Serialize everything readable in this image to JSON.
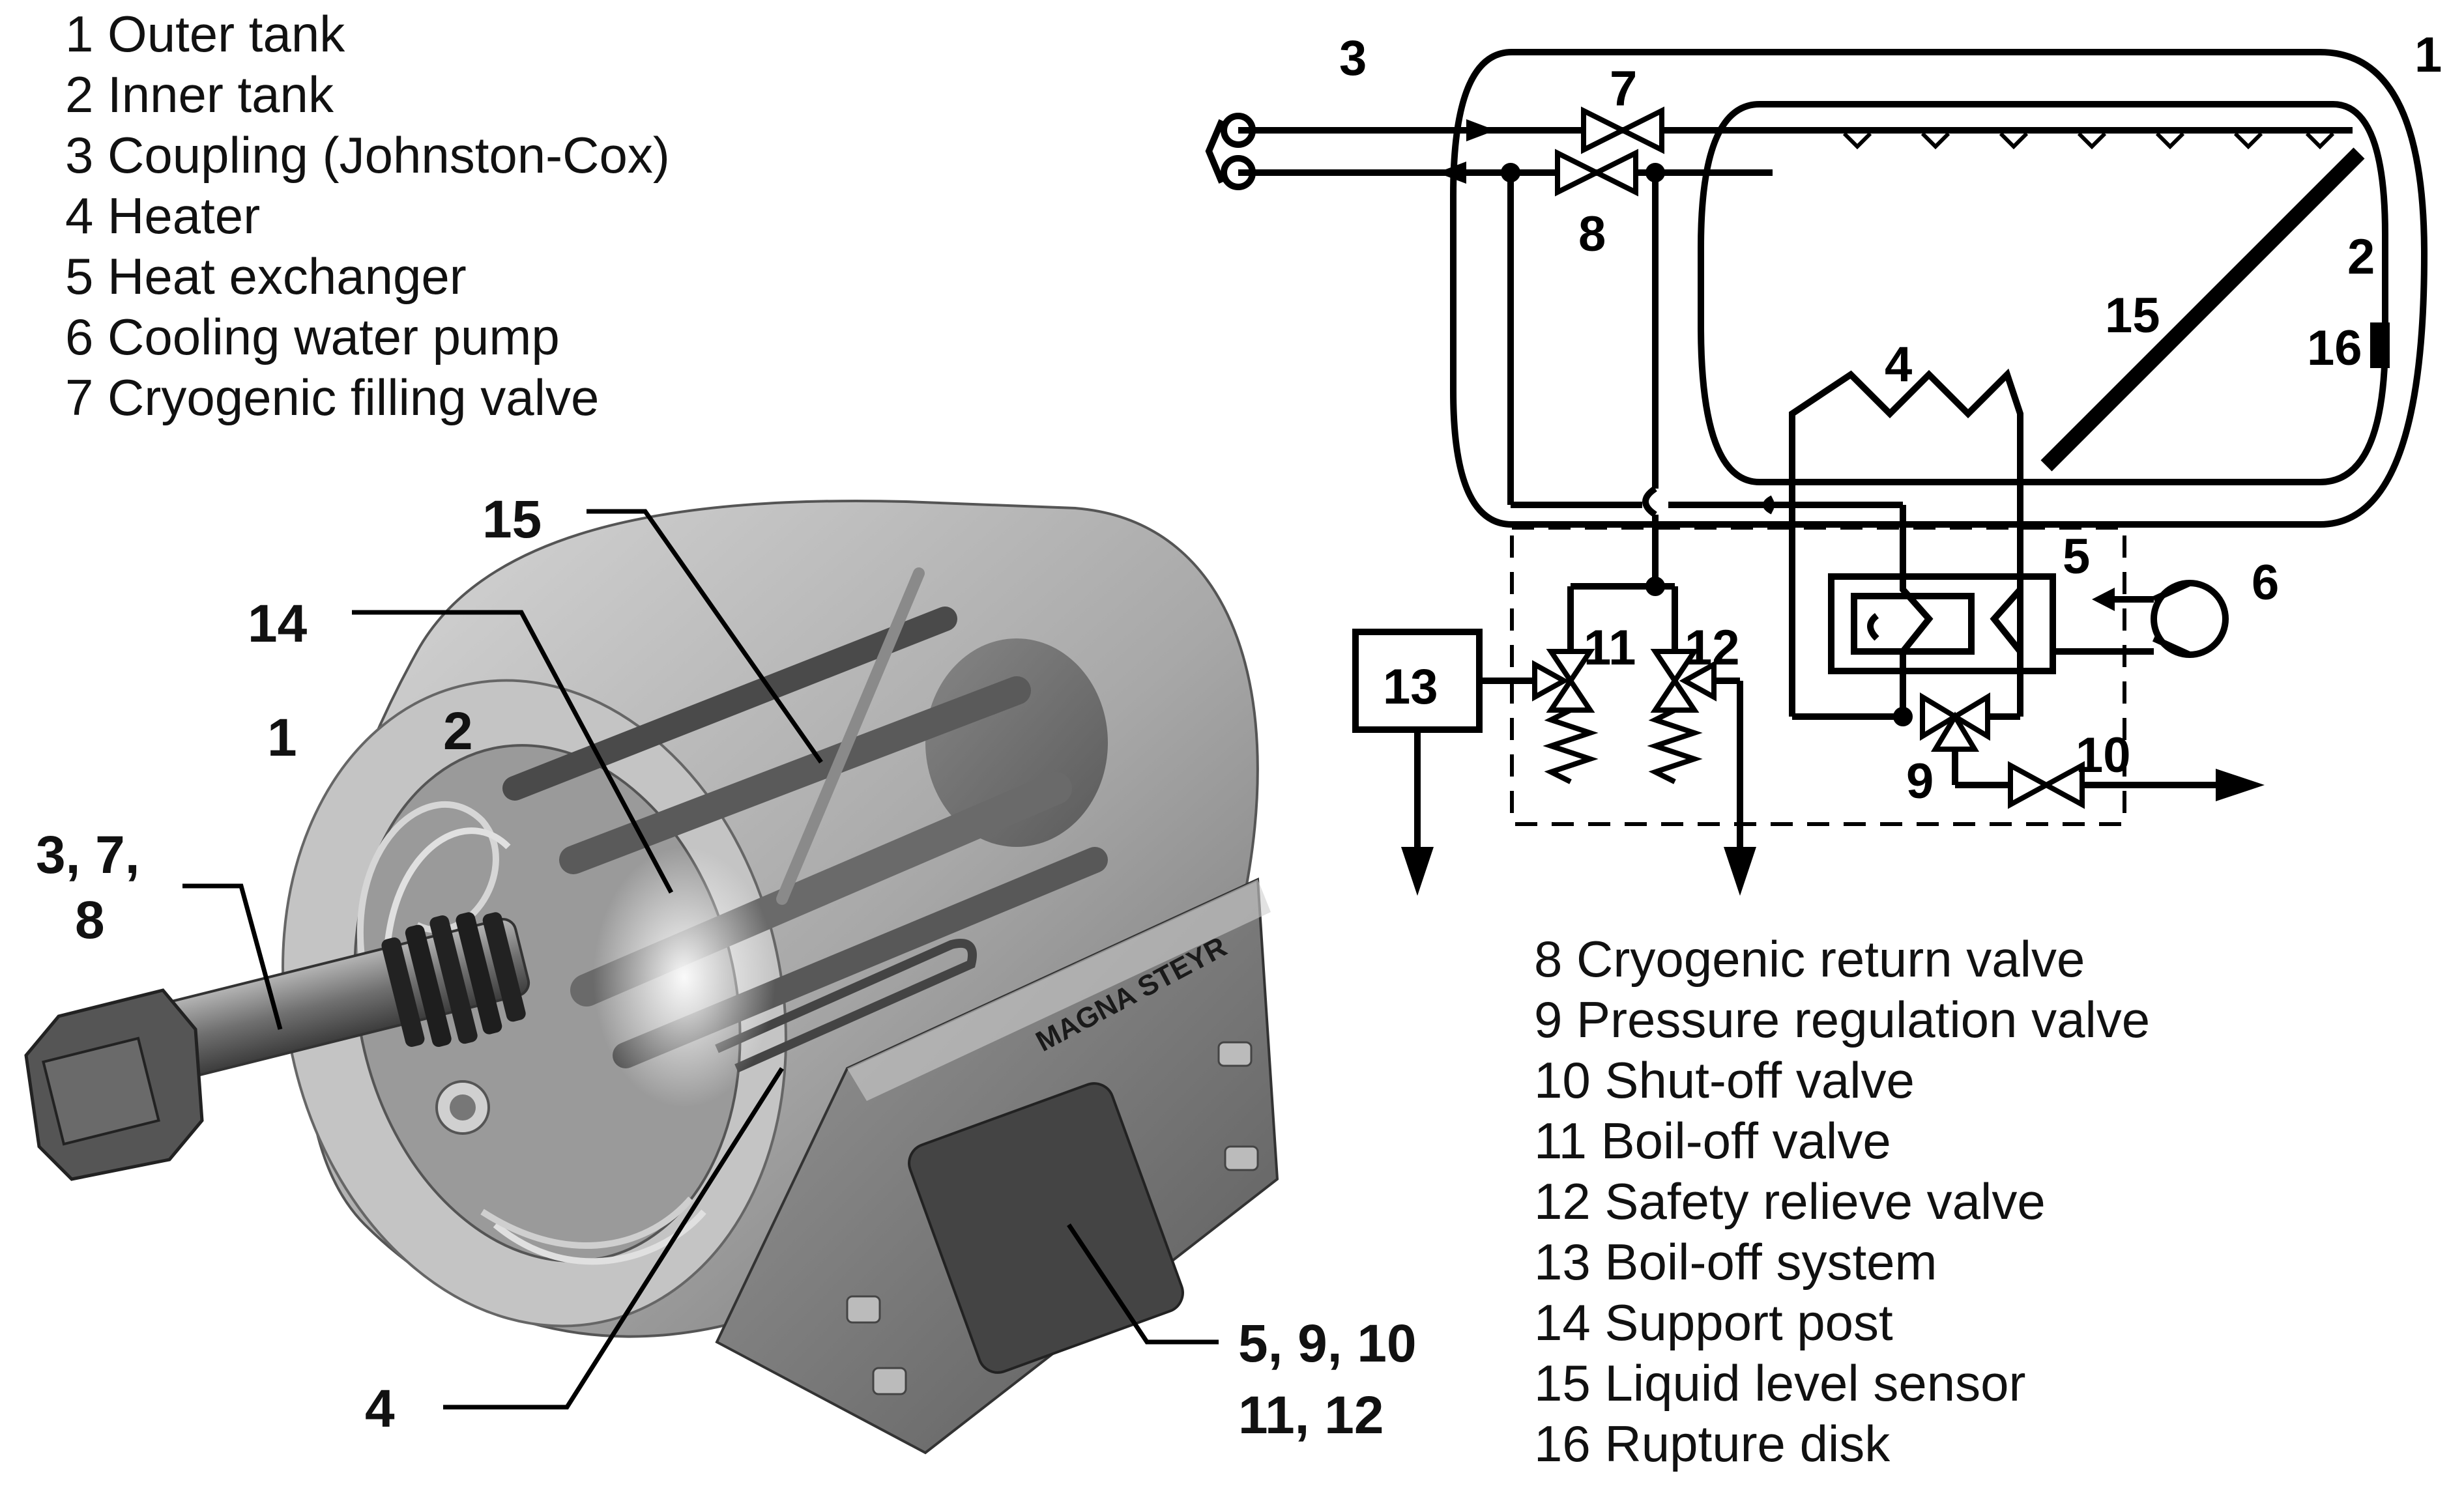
{
  "legend_left": [
    "1 Outer tank",
    "2 Inner tank",
    "3 Coupling (Johnston-Cox)",
    "4 Heater",
    "5 Heat exchanger",
    "6 Cooling water pump",
    "7 Cryogenic filling valve"
  ],
  "legend_right": [
    "8 Cryogenic return valve",
    "9 Pressure regulation valve",
    "10 Shut-off valve",
    "11 Boil-off valve",
    "12 Safety relieve valve",
    "13 Boil-off system",
    "14 Support post",
    "15 Liquid level sensor",
    "16 Rupture disk"
  ],
  "illustration": {
    "callouts": {
      "c15": "15",
      "c14": "14",
      "c1": "1",
      "c2": "2",
      "c378a": "3, 7,",
      "c378b": "8",
      "c4": "4",
      "c59a": "5, 9, 10",
      "c59b": "11, 12"
    },
    "brand": "MAGNA STEYR"
  },
  "schematic": {
    "labels": {
      "l1": "1",
      "l2": "2",
      "l3": "3",
      "l4": "4",
      "l5": "5",
      "l6": "6",
      "l7": "7",
      "l8": "8",
      "l9": "9",
      "l10": "10",
      "l11": "11",
      "l12": "12",
      "l13": "13",
      "l15": "15",
      "l16": "16"
    }
  }
}
